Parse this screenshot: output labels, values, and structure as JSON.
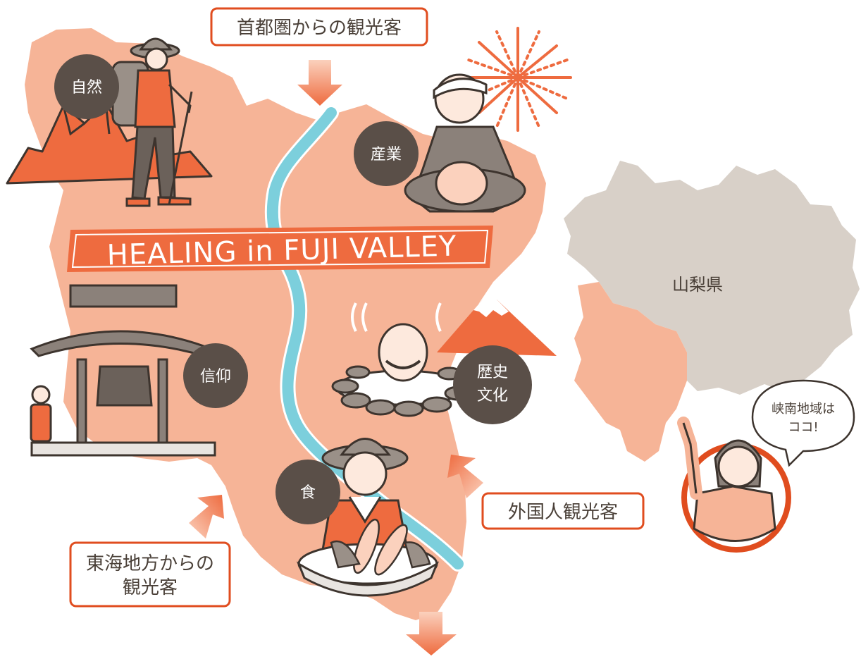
{
  "banner": {
    "title": "HEALING in FUJI VALLEY"
  },
  "visitors": {
    "capital": "首都圏からの観光客",
    "foreign": "外国人観光客",
    "tokai_line1": "東海地方からの",
    "tokai_line2": "観光客"
  },
  "themes": {
    "nature": "自然",
    "industry": "産業",
    "faith": "信仰",
    "history_line1": "歴史",
    "history_line2": "文化",
    "food": "食"
  },
  "prefecture": {
    "name": "山梨県"
  },
  "guide": {
    "bubble_line1": "峡南地域は",
    "bubble_line2": "ココ!"
  },
  "colors": {
    "region": "#f6b497",
    "accent": "#ee6b3f",
    "dark": "#5a4f48",
    "river": "#7ccfdc",
    "pref_gray": "#d8d0c8"
  }
}
